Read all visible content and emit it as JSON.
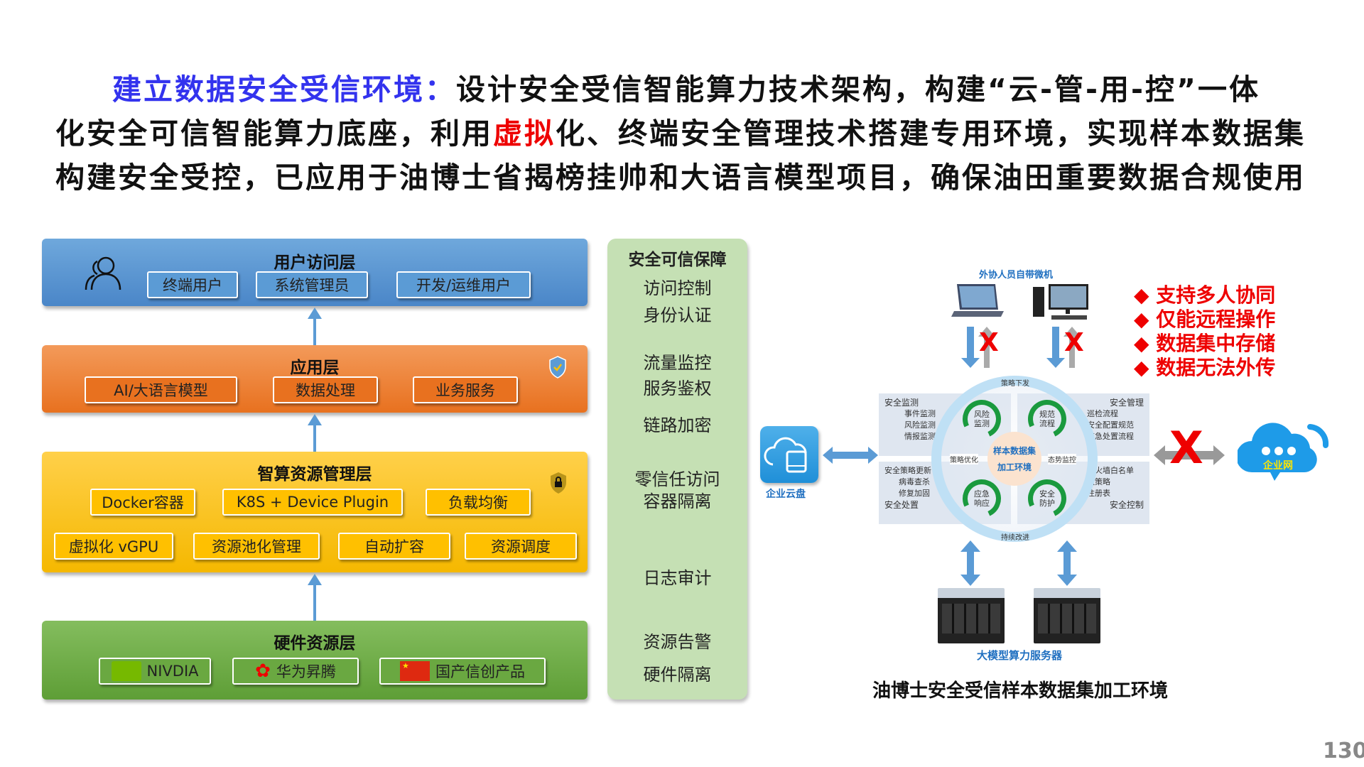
{
  "title": {
    "highlight": "建立数据安全受信环境：",
    "line1_rest": "设计安全受信智能算力技术架构，构建“云-管-用-控”一体",
    "line2_a": "化安全可信智能算力底座，利用",
    "line2_red": "虚拟",
    "line2_b": "化、终端安全管理技术搭建专用环境，实现样本数据集",
    "line3": "构建安全受控，已应用于油博士省揭榜挂帅和大语言模型项目，确保油田重要数据合规使用"
  },
  "layers": {
    "user": {
      "title": "用户访问层",
      "items": [
        "终端用户",
        "系统管理员",
        "开发/运维用户"
      ]
    },
    "app": {
      "title": "应用层",
      "items": [
        "AI/大语言模型",
        "数据处理",
        "业务服务"
      ]
    },
    "compute": {
      "title": "智算资源管理层",
      "row1": [
        "Docker容器",
        "K8S + Device Plugin",
        "负载均衡"
      ],
      "row2": [
        "虚拟化 vGPU",
        "资源池化管理",
        "自动扩容",
        "资源调度"
      ]
    },
    "hardware": {
      "title": "硬件资源层",
      "items": [
        "NIVDIA",
        "华为昇腾",
        "国产信创产品"
      ]
    }
  },
  "security": {
    "title": "安全可信保障",
    "items": [
      "访问控制",
      "身份认证",
      "流量监控",
      "服务鉴权",
      "链路加密",
      "零信任访问",
      "容器隔离",
      "日志审计",
      "资源告警",
      "硬件隔离"
    ]
  },
  "diagram": {
    "external_label": "外协人员自带微机",
    "bullets": [
      "支持多人协同",
      "仅能远程操作",
      "数据集中存储",
      "数据无法外传"
    ],
    "center": [
      "样本数据集",
      "加工环境"
    ],
    "ring": {
      "top": "策略下发",
      "bottom": "持续改进",
      "left": "策略优化",
      "right": "态势监控"
    },
    "cycles": [
      [
        "风险",
        "监测"
      ],
      [
        "规范",
        "流程"
      ],
      [
        "应急",
        "响应"
      ],
      [
        "安全",
        "防护"
      ]
    ],
    "quadrants": {
      "tl": {
        "title": "安全监测",
        "items": [
          "事件监测",
          "风险监测",
          "情报监测"
        ]
      },
      "tr": {
        "title": "安全管理",
        "items": [
          "巡检流程",
          "安全配置规范",
          "应急处置流程"
        ]
      },
      "bl": {
        "title": "安全处置",
        "items": [
          "安全策略更新",
          "病毒查杀",
          "修复加固"
        ]
      },
      "br": {
        "title": "安全控制",
        "items": [
          "防火墙白名单",
          "组策略",
          "注册表"
        ]
      }
    },
    "cloud_disk": "企业云盘",
    "enterprise_net": "企业网",
    "servers_label": "大模型算力服务器",
    "caption": "油博士安全受信样本数据集加工环境",
    "blocked_mark": "X"
  },
  "page_number": "130",
  "colors": {
    "blue_title": "#3333ee",
    "red": "#e00000",
    "user": "#5b9bd5",
    "app": "#ed7d31",
    "compute": "#ffc000",
    "hardware": "#70ad47",
    "security": "#c5e0b4"
  }
}
